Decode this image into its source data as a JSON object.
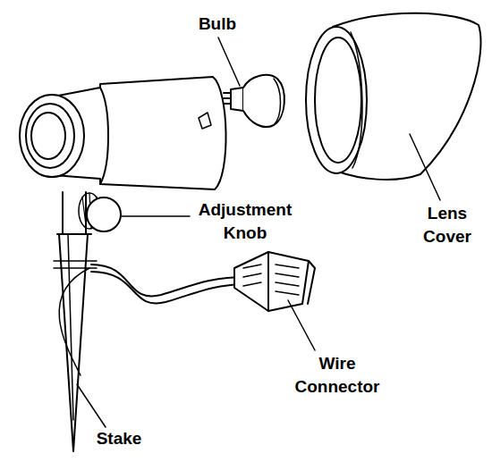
{
  "diagram": {
    "labels": [
      "Bulb",
      "Lens Cover",
      "Adjustment Knob",
      "Wire Connector",
      "Stake"
    ]
  }
}
